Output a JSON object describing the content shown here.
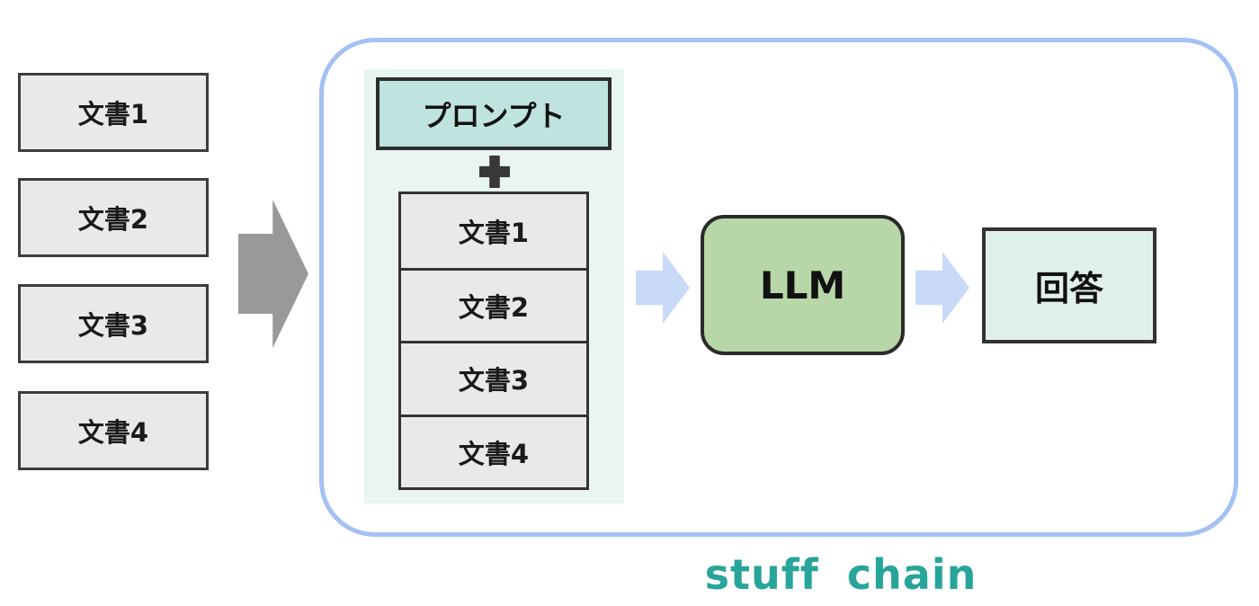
{
  "caption": "stuff chain",
  "input_documents": [
    "文書1",
    "文書2",
    "文書3",
    "文書4"
  ],
  "stuff_panel": {
    "prompt_label": "プロンプト",
    "stacked_documents": [
      "文書1",
      "文書2",
      "文書3",
      "文書4"
    ]
  },
  "llm": {
    "label": "LLM"
  },
  "answer": {
    "label": "回答"
  },
  "colors": {
    "container_border": "#a3c1f2",
    "panel_background": "#e8f5f0",
    "prompt_fill": "#bfe3df",
    "document_fill": "#e9e9e9",
    "document_border": "#3d3d3d",
    "llm_fill": "#b7d7a8",
    "answer_fill": "#e2f0ec",
    "gray_arrow": "#999999",
    "blue_arrow": "#c9daf8",
    "caption_text": "#27a59a"
  }
}
